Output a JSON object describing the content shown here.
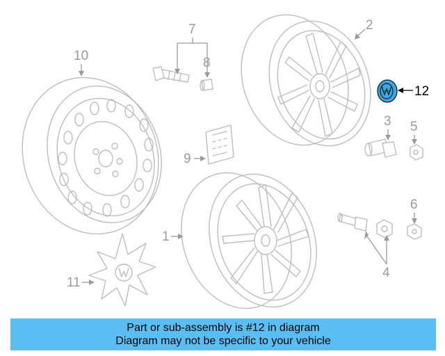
{
  "callouts": {
    "c1": "1",
    "c2": "2",
    "c3": "3",
    "c4": "4",
    "c5": "5",
    "c6": "6",
    "c7": "7",
    "c8": "8",
    "c9": "9",
    "c10": "10",
    "c11": "11",
    "c12": "12"
  },
  "highlighted_part": "12",
  "colors": {
    "banner": "#5bbef2",
    "highlight_part": "#3aa7e4",
    "line_art": "#bdbdbd",
    "callout_text": "#9a9a9a"
  },
  "banner": {
    "line1": "Part or sub-assembly is #12 in diagram",
    "line2": "Diagram may not be specific to your vehicle"
  }
}
